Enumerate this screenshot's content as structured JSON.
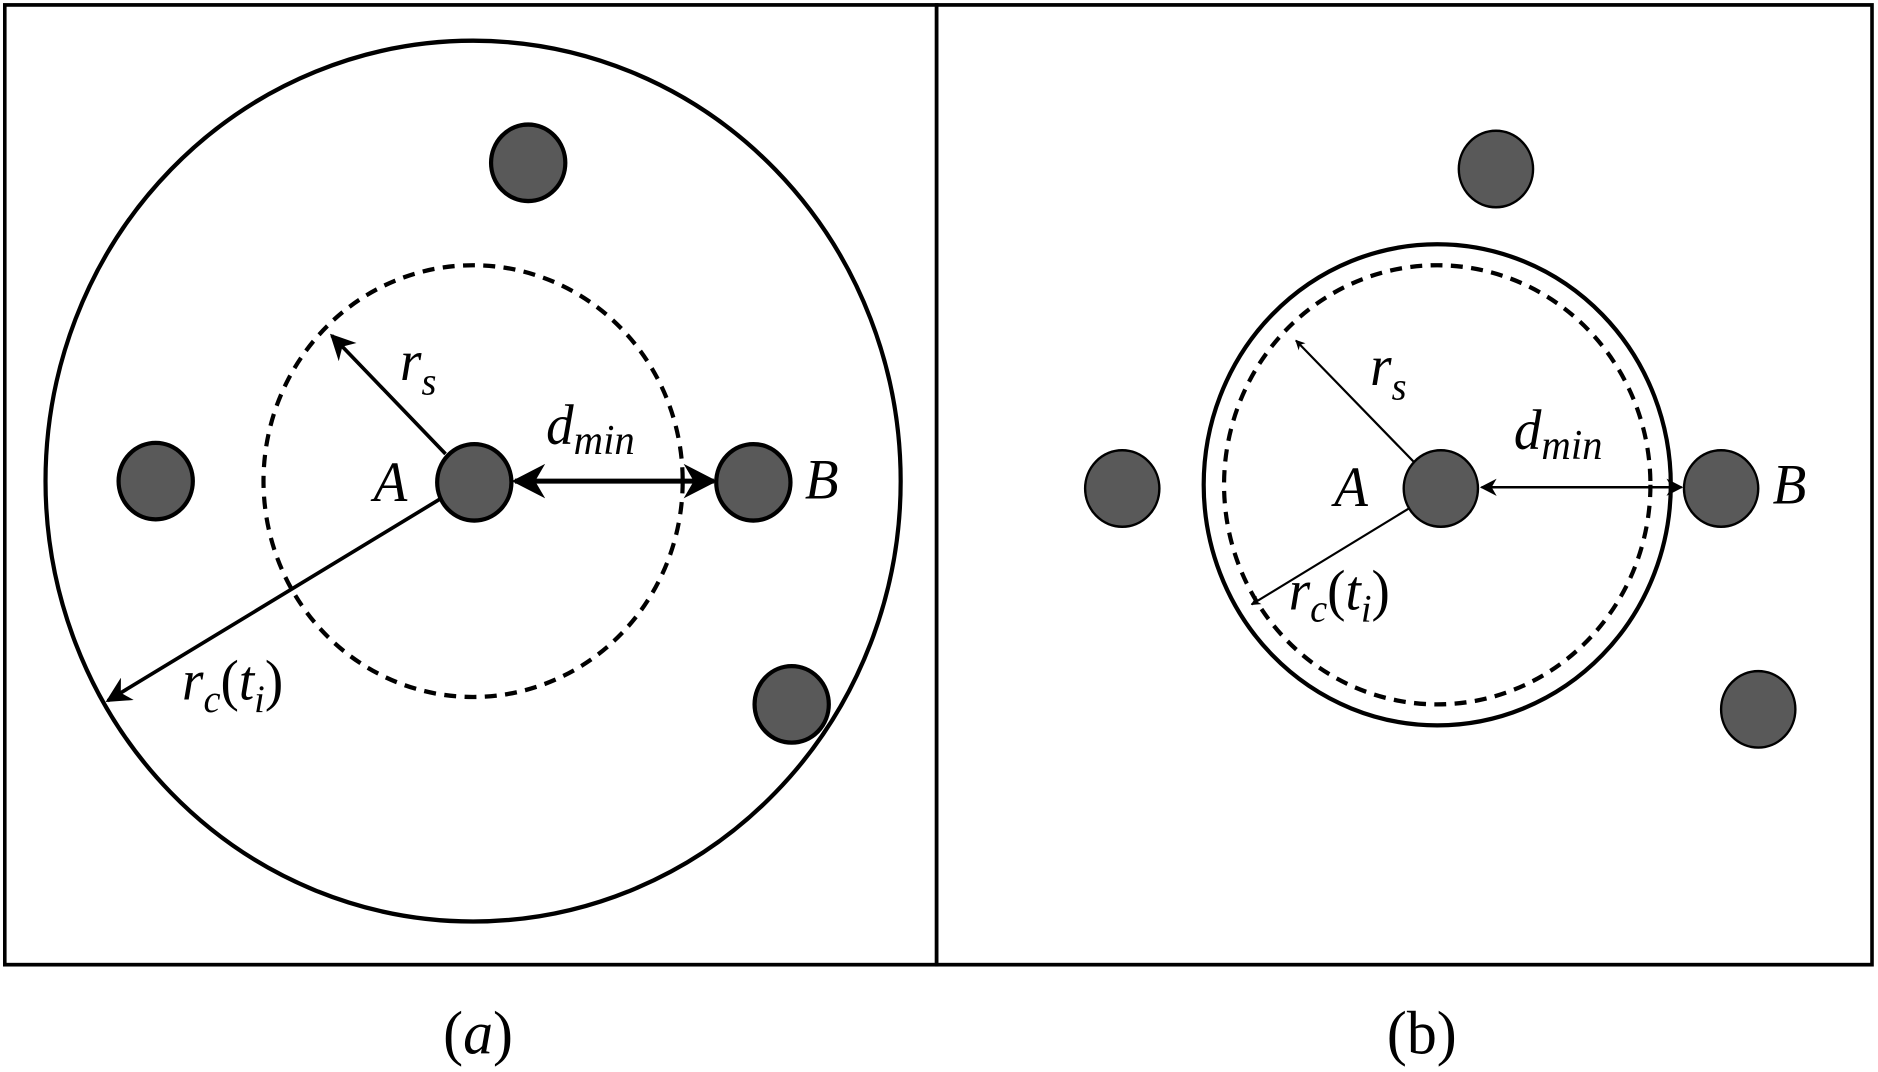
{
  "colors": {
    "node_fill": "#595959",
    "stroke": "#000000",
    "background": "#ffffff"
  },
  "panels": [
    {
      "caption_open": "(",
      "caption_letter": "a",
      "caption_close": ")",
      "label_A": "A",
      "label_B": "B",
      "rs_main": "r",
      "rs_sub": "s",
      "dmin_main": "d",
      "dmin_sub": "min",
      "rc_main": "r",
      "rc_sub": "c",
      "rc_t": "t",
      "rc_i": "i"
    },
    {
      "caption": "(b)",
      "label_A": "A",
      "label_B": "B",
      "rs_main": "r",
      "rs_sub": "s",
      "dmin_main": "d",
      "dmin_sub": "min",
      "rc_main": "r",
      "rc_sub": "c",
      "rc_t": "t",
      "rc_i": "i"
    }
  ]
}
